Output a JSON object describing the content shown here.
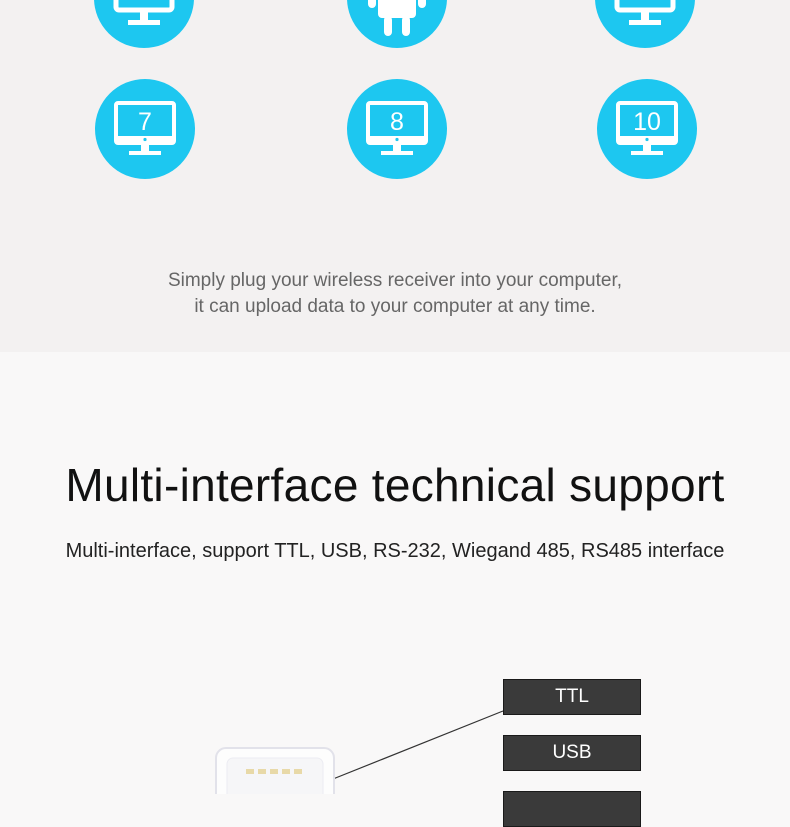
{
  "os_icons": [
    {
      "name": "monitor-icon",
      "label": ""
    },
    {
      "name": "android-icon",
      "label": ""
    },
    {
      "name": "monitor-icon",
      "label": ""
    },
    {
      "name": "windows-7-monitor-icon",
      "label": "7"
    },
    {
      "name": "windows-8-monitor-icon",
      "label": "8"
    },
    {
      "name": "windows-10-monitor-icon",
      "label": "10"
    }
  ],
  "tagline": {
    "line1": "Simply plug your wireless receiver into your computer,",
    "line2": "it can upload data to your computer at any time."
  },
  "section": {
    "title": "Multi-interface technical support",
    "subtitle": "Multi-interface, support TTL, USB, RS-232, Wiegand 485, RS485 interface"
  },
  "interfaces": [
    "TTL",
    "USB"
  ],
  "colors": {
    "accent": "#1dc7f0",
    "label_bg": "#3a3a3a",
    "top_bg": "#f3f1f1",
    "page_bg": "#f9f8f8"
  }
}
